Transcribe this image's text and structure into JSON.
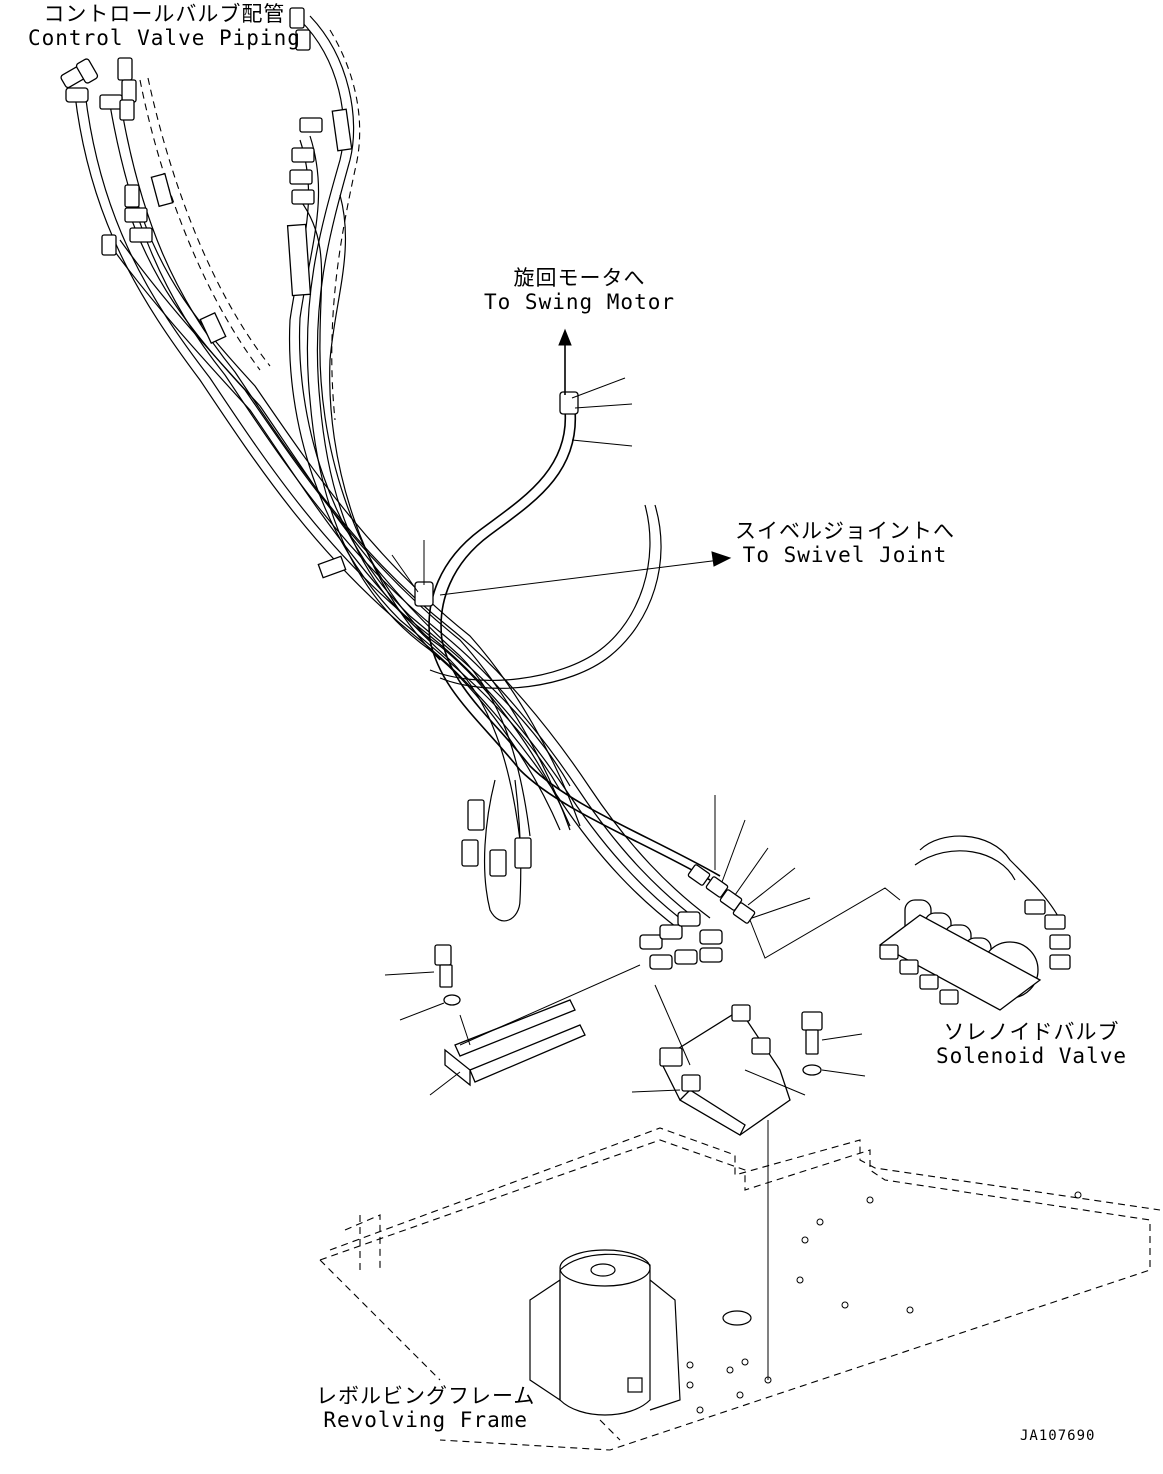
{
  "labels": {
    "control_valve_piping": {
      "jp": "コントロールバルブ配管",
      "en": "Control Valve Piping"
    },
    "swing_motor": {
      "jp": "旋回モータへ",
      "en": "To Swing Motor"
    },
    "swivel_joint": {
      "jp": "スイベルジョイントへ",
      "en": "To Swivel Joint"
    },
    "solenoid_valve": {
      "jp": "ソレノイドバルブ",
      "en": "Solenoid Valve"
    },
    "revolving_frame": {
      "jp": "レボルビングフレーム",
      "en": "Revolving Frame"
    }
  },
  "drawing_code": "JA107690"
}
